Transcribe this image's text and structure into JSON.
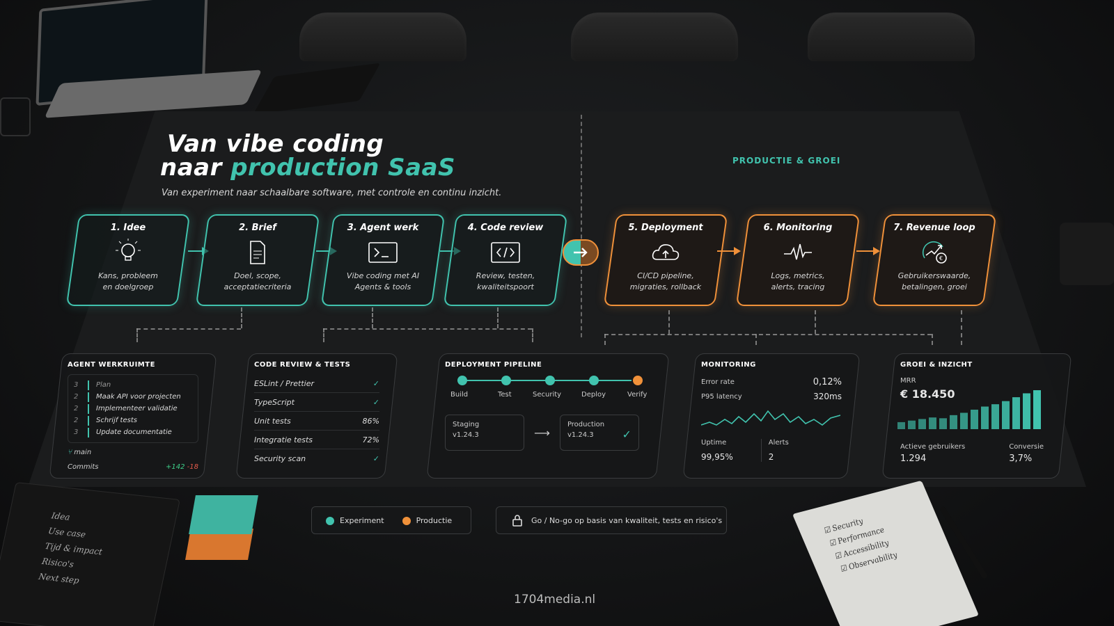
{
  "title_line1": "Van vibe coding",
  "title_line2_a": "naar ",
  "title_line2_b": "production SaaS",
  "subtitle": "Van experiment naar schaalbare software, met controle en continu inzicht.",
  "section_label": "PRODUCTIE & GROEI",
  "colors": {
    "teal": "#41c3ae",
    "orange": "#f0913a"
  },
  "steps": [
    {
      "title": "1. Idee",
      "desc": "Kans, probleem\nen doelgroep",
      "icon": "lightbulb-icon"
    },
    {
      "title": "2. Brief",
      "desc": "Doel, scope,\nacceptatiecriteria",
      "icon": "document-icon"
    },
    {
      "title": "3. Agent werk",
      "desc": "Vibe coding met AI\nAgents & tools",
      "icon": "terminal-icon"
    },
    {
      "title": "4. Code review",
      "desc": "Review, testen,\nkwaliteitspoort",
      "icon": "code-icon"
    },
    {
      "title": "5. Deployment",
      "desc": "CI/CD pipeline,\nmigraties, rollback",
      "icon": "cloud-upload-icon"
    },
    {
      "title": "6. Monitoring",
      "desc": "Logs, metrics,\nalerts, tracing",
      "icon": "pulse-icon"
    },
    {
      "title": "7. Revenue loop",
      "desc": "Gebruikerswaarde,\nbetalingen, groei",
      "icon": "euro-growth-icon"
    }
  ],
  "agent": {
    "title": "AGENT WERKRUIMTE",
    "items": [
      {
        "n": "3",
        "label": "Plan"
      },
      {
        "n": "2",
        "label": "Maak API voor projecten"
      },
      {
        "n": "2",
        "label": "Implementeer validatie"
      },
      {
        "n": "2",
        "label": "Schrijf tests"
      },
      {
        "n": "3",
        "label": "Update documentatie"
      }
    ],
    "branch": "main",
    "commits_label": "Commits",
    "commits_add": "+142",
    "commits_del": "-18"
  },
  "review": {
    "title": "CODE REVIEW & TESTS",
    "rows": [
      {
        "label": "ESLint / Prettier",
        "value": "✓"
      },
      {
        "label": "TypeScript",
        "value": "✓"
      },
      {
        "label": "Unit tests",
        "value": "86%"
      },
      {
        "label": "Integratie tests",
        "value": "72%"
      },
      {
        "label": "Security scan",
        "value": "✓"
      }
    ]
  },
  "pipeline": {
    "title": "DEPLOYMENT PIPELINE",
    "stages": [
      "Build",
      "Test",
      "Security",
      "Deploy",
      "Verify"
    ],
    "staging_label": "Staging",
    "staging_version": "v1.24.3",
    "production_label": "Production",
    "production_version": "v1.24.3"
  },
  "monitoring": {
    "title": "MONITORING",
    "error_rate_label": "Error rate",
    "error_rate": "0,12%",
    "latency_label": "P95 latency",
    "latency": "320ms",
    "uptime_label": "Uptime",
    "uptime": "99,95%",
    "alerts_label": "Alerts",
    "alerts": "2"
  },
  "growth": {
    "title": "GROEI & INZICHT",
    "mrr_label": "MRR",
    "mrr": "€ 18.450",
    "users_label": "Actieve gebruikers",
    "users": "1.294",
    "conversion_label": "Conversie",
    "conversion": "3,7%",
    "bars": [
      0.18,
      0.22,
      0.26,
      0.3,
      0.28,
      0.36,
      0.42,
      0.5,
      0.58,
      0.64,
      0.72,
      0.82,
      0.92,
      1.0
    ]
  },
  "legend": {
    "experiment": "Experiment",
    "productie": "Productie"
  },
  "gate_text": "Go / No-go op basis van kwaliteit, tests en risico's",
  "notebook_left": [
    "Idea",
    "Use case",
    "Tijd & impact",
    "Risico's",
    "Next step"
  ],
  "notepad": [
    "Security",
    "Performance",
    "Accessibility",
    "Observability"
  ],
  "footer": "1704media.nl"
}
